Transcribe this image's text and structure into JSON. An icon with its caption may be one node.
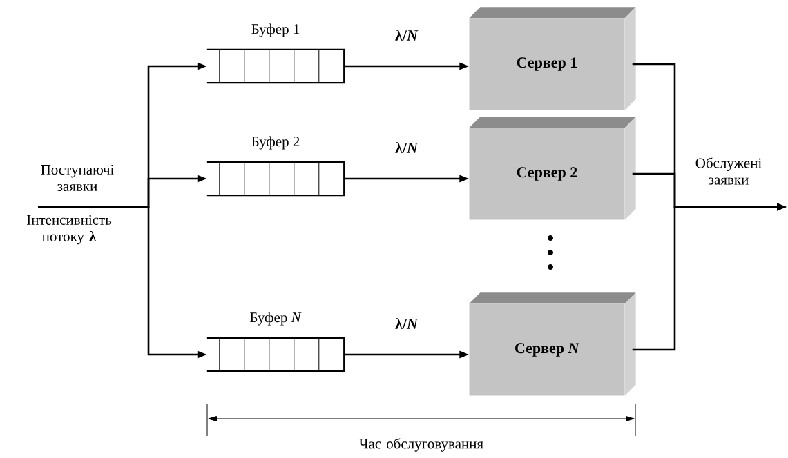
{
  "diagram": {
    "nodes": [
      {
        "text": [
          "Буфер 1"
        ]
      },
      {
        "text": [
          "Буфер 2"
        ]
      },
      {
        "text": [
          "Буфер *N*"
        ]
      },
      {
        "text": [
          "Сервер 1"
        ]
      },
      {
        "text": [
          "Сервер 2"
        ]
      },
      {
        "text": [
          "Сервер *N*"
        ]
      }
    ],
    "edges": [
      {
        "from": null,
        "to": 0,
        "arrow": "to"
      },
      {
        "from": null,
        "to": 1,
        "arrow": "to"
      },
      {
        "from": null,
        "to": 2,
        "arrow": "to"
      },
      {
        "from": 0,
        "to": 3,
        "arrow": "to",
        "label": "λ/*N*"
      },
      {
        "from": 1,
        "to": 4,
        "arrow": "to",
        "label": "λ/*N*"
      },
      {
        "from": 2,
        "to": 5,
        "arrow": "to",
        "label": "λ/*N*"
      },
      {
        "from": 3,
        "to": null,
        "arrow": "to"
      },
      {
        "from": 4,
        "to": null,
        "arrow": "to"
      },
      {
        "from": 5,
        "to": null,
        "arrow": "to"
      }
    ],
    "labels": [
      "Поступаючі заявки",
      "Інтенсивність потоку **λ**",
      "Обслужені заявки",
      "Час обслуговування"
    ]
  }
}
